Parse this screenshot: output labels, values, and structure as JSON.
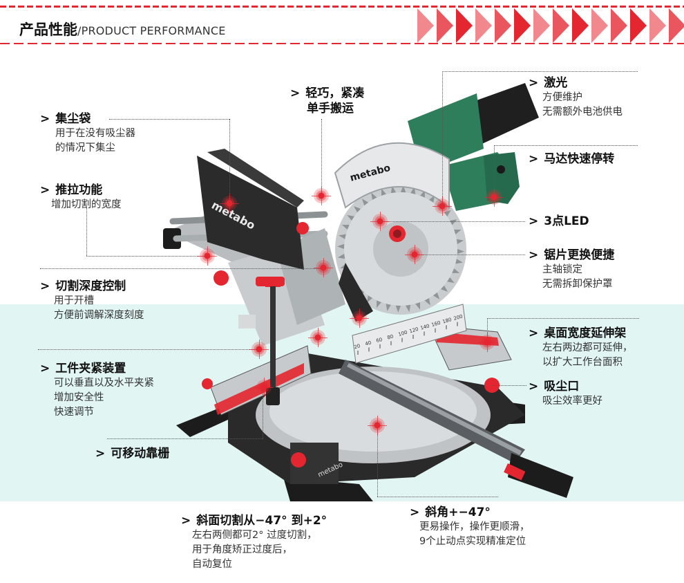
{
  "header": {
    "title_cn": "产品性能",
    "title_sep": "/",
    "title_en": "PRODUCT PERFORMANCE"
  },
  "brand": {
    "logo_text": "metabo",
    "accent": "#e3262f",
    "body_green": "#2e7d5b",
    "band": "#e1f5f3"
  },
  "ruler": {
    "ticks": [
      "20",
      "40",
      "60",
      "80",
      "100",
      "120",
      "140",
      "160",
      "180",
      "200"
    ]
  },
  "features": {
    "dust_bag": {
      "title": "集尘袋",
      "lines": [
        "用于在没有吸尘器",
        "的情况下集尘"
      ]
    },
    "push_pull": {
      "title": "推拉功能",
      "lines": [
        "增加切割的宽度"
      ]
    },
    "depth_control": {
      "title": "切割深度控制",
      "lines": [
        "用于开槽",
        "方便前调解深度刻度"
      ]
    },
    "clamp": {
      "title": "工件夹紧装置",
      "lines": [
        "可以垂直以及水平夹紧",
        "增加安全性",
        "快速调节"
      ]
    },
    "fence": {
      "title": "可移动靠栅",
      "lines": []
    },
    "light": {
      "title": "轻巧，紧凑",
      "lines": [
        "单手搬运"
      ]
    },
    "laser": {
      "title": "激光",
      "lines": [
        "方便维护",
        "无需额外电池供电"
      ]
    },
    "motor_brake": {
      "title": "马达快速停转",
      "lines": []
    },
    "led": {
      "title": "3点LED",
      "lines": []
    },
    "blade_change": {
      "title": "锯片更换便捷",
      "lines": [
        "主轴锁定",
        "无需拆卸保护罩"
      ]
    },
    "table_ext": {
      "title": "桌面宽度延伸架",
      "lines": [
        "左右两边都可延伸，",
        "以扩大工作台面积"
      ]
    },
    "dust_port": {
      "title": "吸尘口",
      "lines": [
        "吸尘效率更好"
      ]
    },
    "bevel": {
      "title": "斜面切割从−47°  到+2°",
      "lines": [
        "左右两侧都可2°  过度切割，",
        "用于角度矫正过度后，",
        "自动复位"
      ]
    },
    "miter": {
      "title": "斜角+−47°",
      "lines": [
        "更易操作，操作更顺滑，",
        "9个止动点实现精准定位"
      ]
    }
  },
  "arrow_glyph": ">"
}
